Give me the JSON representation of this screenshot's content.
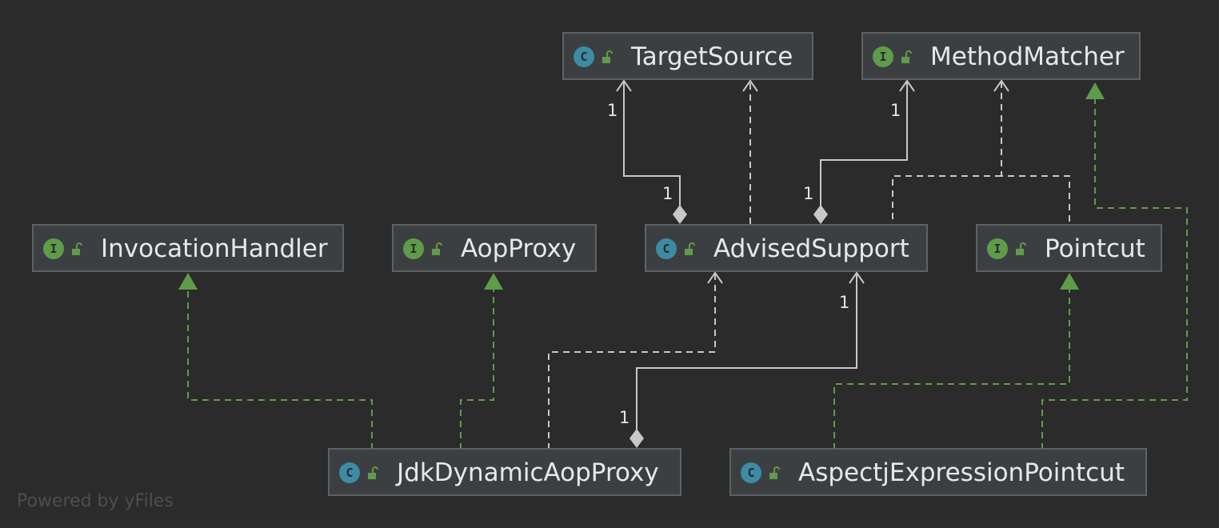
{
  "diagram": {
    "nodes": [
      {
        "id": "TargetSource",
        "label": "TargetSource",
        "kind": "C",
        "kind_type": "class"
      },
      {
        "id": "MethodMatcher",
        "label": "MethodMatcher",
        "kind": "I",
        "kind_type": "interface"
      },
      {
        "id": "InvocationHandler",
        "label": "InvocationHandler",
        "kind": "I",
        "kind_type": "interface"
      },
      {
        "id": "AopProxy",
        "label": "AopProxy",
        "kind": "I",
        "kind_type": "interface"
      },
      {
        "id": "AdvisedSupport",
        "label": "AdvisedSupport",
        "kind": "C",
        "kind_type": "class"
      },
      {
        "id": "Pointcut",
        "label": "Pointcut",
        "kind": "I",
        "kind_type": "interface"
      },
      {
        "id": "JdkDynamicAopProxy",
        "label": "JdkDynamicAopProxy",
        "kind": "C",
        "kind_type": "class"
      },
      {
        "id": "AspectjExpressionPointcut",
        "label": "AspectjExpressionPointcut",
        "kind": "C",
        "kind_type": "class"
      }
    ],
    "edges": [
      {
        "from": "AdvisedSupport",
        "to": "TargetSource",
        "type": "composition",
        "source_multiplicity": "1",
        "target_multiplicity": "1"
      },
      {
        "from": "AdvisedSupport",
        "to": "TargetSource",
        "type": "dependency"
      },
      {
        "from": "AdvisedSupport",
        "to": "MethodMatcher",
        "type": "composition",
        "source_multiplicity": "1",
        "target_multiplicity": "1"
      },
      {
        "from": "Pointcut",
        "to": "MethodMatcher",
        "type": "dependency"
      },
      {
        "from": "AdvisedSupport",
        "to": "MethodMatcher",
        "type": "dependency"
      },
      {
        "from": "AspectjExpressionPointcut",
        "to": "MethodMatcher",
        "type": "realization"
      },
      {
        "from": "JdkDynamicAopProxy",
        "to": "InvocationHandler",
        "type": "realization"
      },
      {
        "from": "JdkDynamicAopProxy",
        "to": "AopProxy",
        "type": "realization"
      },
      {
        "from": "JdkDynamicAopProxy",
        "to": "AdvisedSupport",
        "type": "dependency"
      },
      {
        "from": "JdkDynamicAopProxy",
        "to": "AdvisedSupport",
        "type": "composition",
        "source_multiplicity": "1",
        "target_multiplicity": "1"
      },
      {
        "from": "AspectjExpressionPointcut",
        "to": "Pointcut",
        "type": "realization"
      }
    ]
  },
  "watermark": "Powered by yFiles",
  "colors": {
    "background": "#2b2b2b",
    "node_fill": "#3c3f41",
    "node_border": "#5e6264",
    "class_badge": "#3d8ba4",
    "interface_badge": "#5f9c4a",
    "realization": "#5f9c4a",
    "association": "#c8c8c8",
    "text": "#e8e8e8"
  }
}
